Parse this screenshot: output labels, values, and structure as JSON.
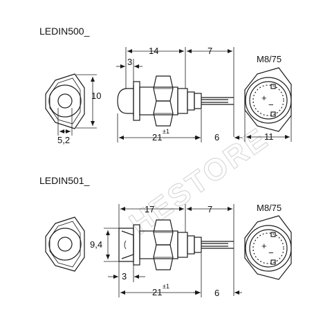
{
  "watermark": "HESTORE",
  "top": {
    "title": "LEDIN500_",
    "mount": "M8/75",
    "dims": {
      "d14": "14",
      "d7": "7",
      "d3": "3",
      "d10": "10",
      "d52": "5,2",
      "d21": "21",
      "tol": "±1",
      "d6": "6",
      "d11": "11"
    },
    "marks": {
      "plus": "+",
      "minus": "−"
    }
  },
  "bottom": {
    "title": "LEDIN501_",
    "mount": "M8/75",
    "dims": {
      "d17": "17",
      "d7": "7",
      "d94": "9,4",
      "d3": "3",
      "d21": "21",
      "tol": "±1",
      "d6": "6"
    },
    "marks": {
      "plus": "+",
      "minus": "−"
    }
  }
}
